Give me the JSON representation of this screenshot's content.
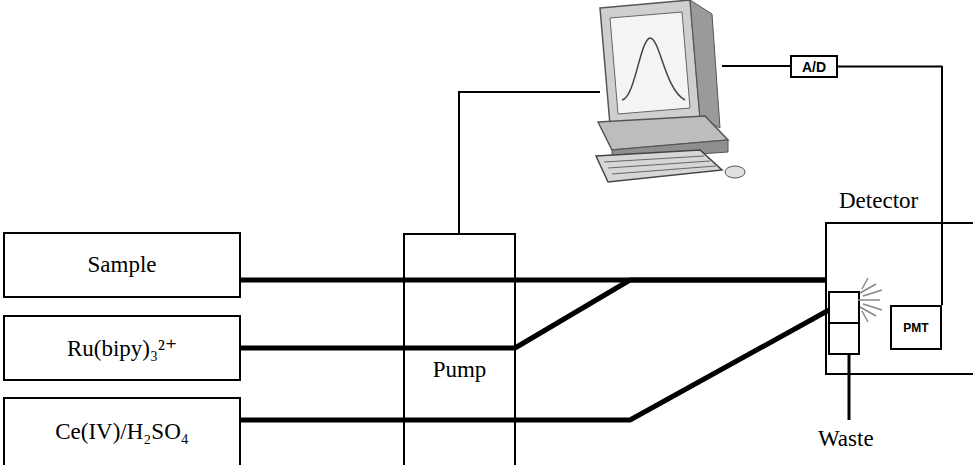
{
  "diagram": {
    "nodes": [
      {
        "text": [
          "Sample"
        ]
      },
      {
        "text": [
          "Ru(bipy)₃²⁺"
        ]
      },
      {
        "text": [
          "Ce(IV)/H₂SO₄"
        ]
      },
      {
        "text": [
          "Pump"
        ]
      },
      {
        "text": [
          "A/D"
        ]
      },
      {
        "text": [
          "Detector"
        ]
      },
      {
        "text": [
          "PMT"
        ],
        "in": 5
      }
    ],
    "edges": [
      {
        "from": 0,
        "to": 5,
        "arrow": "none"
      },
      {
        "from": 1,
        "to": 5,
        "arrow": "none"
      },
      {
        "from": 2,
        "to": 5,
        "arrow": "none"
      },
      {
        "from": 6,
        "to": 4,
        "arrow": "none"
      }
    ],
    "labels": [
      "Waste"
    ]
  }
}
